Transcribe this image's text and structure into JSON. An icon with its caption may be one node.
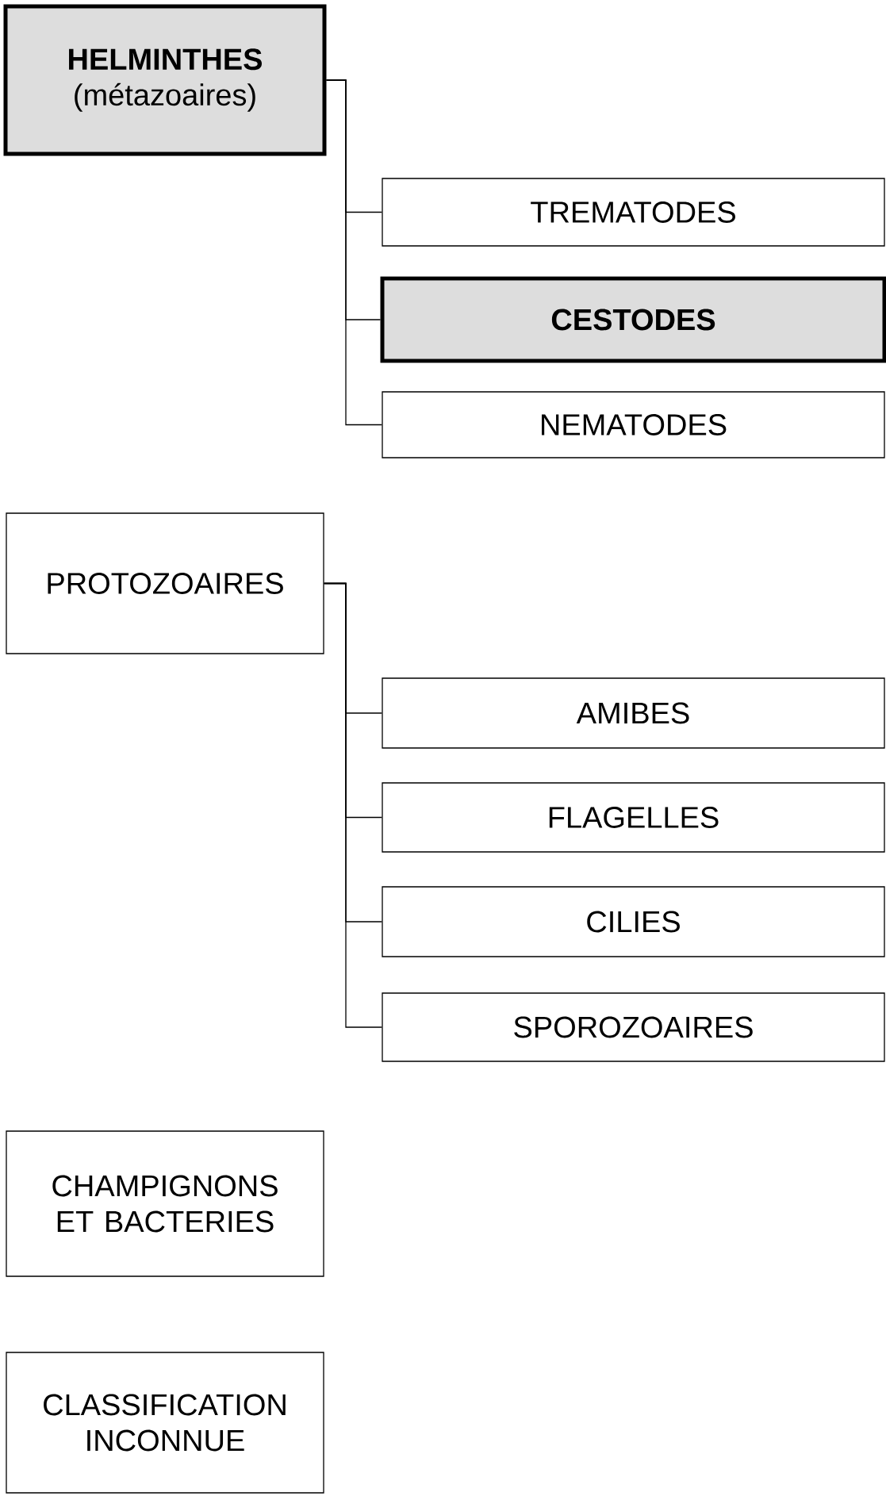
{
  "diagram": {
    "nodes": [
      {
        "text": [
          "HELMINTHES",
          "(métazoaires)"
        ]
      },
      {
        "text": [
          "TREMATODES"
        ]
      },
      {
        "text": [
          "CESTODES"
        ]
      },
      {
        "text": [
          "NEMATODES"
        ]
      },
      {
        "text": [
          "PROTOZOAIRES"
        ]
      },
      {
        "text": [
          "AMIBES"
        ]
      },
      {
        "text": [
          "FLAGELLES"
        ]
      },
      {
        "text": [
          "CILIES"
        ]
      },
      {
        "text": [
          "SPOROZOAIRES"
        ]
      },
      {
        "text": [
          "CHAMPIGNONS ET BACTERIES"
        ]
      },
      {
        "text": [
          "CLASSIFICATION INCONNUE"
        ]
      }
    ],
    "edges": [
      {
        "from": 0,
        "to": 1,
        "arrow": "none"
      },
      {
        "from": 0,
        "to": 2,
        "arrow": "none"
      },
      {
        "from": 0,
        "to": 3,
        "arrow": "none"
      },
      {
        "from": 4,
        "to": 5,
        "arrow": "none"
      },
      {
        "from": 4,
        "to": 6,
        "arrow": "none"
      },
      {
        "from": 4,
        "to": 7,
        "arrow": "none"
      },
      {
        "from": 4,
        "to": 8,
        "arrow": "none"
      }
    ]
  }
}
